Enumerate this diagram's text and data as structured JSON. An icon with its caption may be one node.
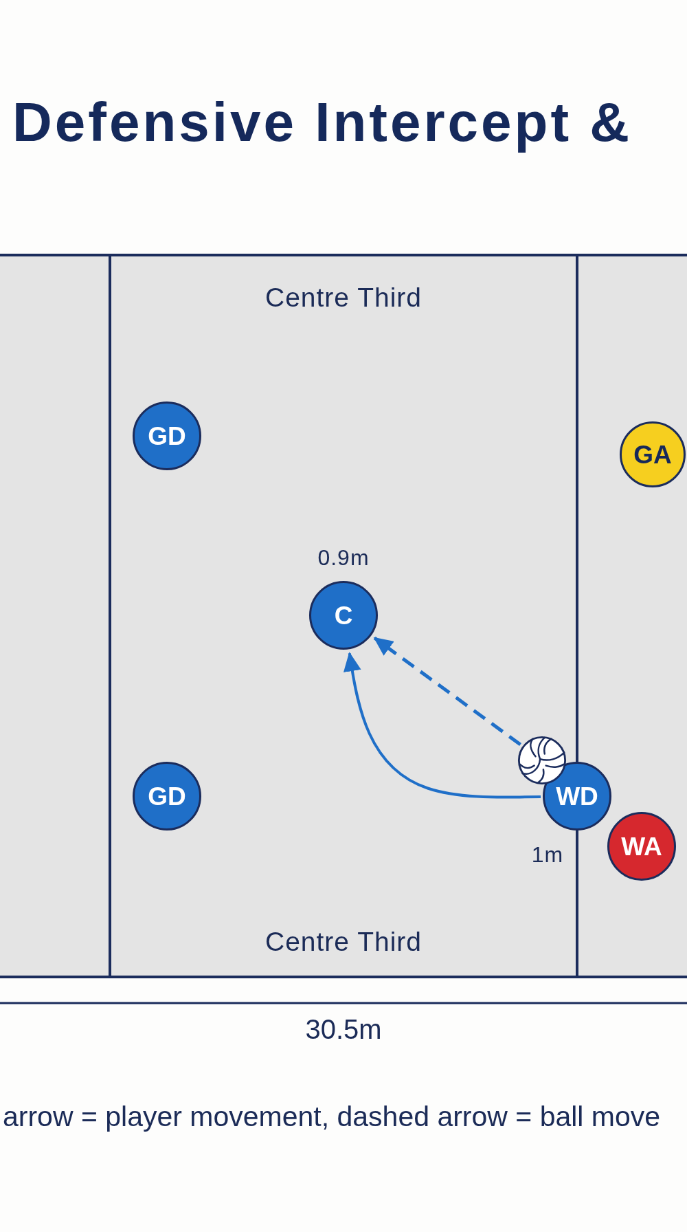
{
  "diagram": {
    "title": "Defensive Intercept &",
    "nodes": [
      {
        "text": [],
        "shape": "box"
      },
      {
        "text": [
          "Centre Third",
          "Centre Third"
        ]
      },
      {
        "text": [],
        "shape": "box"
      },
      {
        "text": [
          "GD"
        ],
        "in": 1
      },
      {
        "text": [
          "GA"
        ],
        "in": 2
      },
      {
        "text": [
          "C"
        ],
        "in": 1,
        "beside": [
          "0.9m"
        ]
      },
      {
        "text": [],
        "shape": "picture",
        "in": 1
      },
      {
        "text": [
          "GD"
        ],
        "in": 1
      },
      {
        "text": [
          "WD"
        ],
        "beside": [
          "1m"
        ]
      },
      {
        "text": [
          "WA"
        ],
        "in": 2
      }
    ],
    "edges": [
      {
        "from": 8,
        "to": 5,
        "arrow": "to"
      },
      {
        "from": 6,
        "to": 5,
        "arrow": "to",
        "style": "dashed"
      }
    ],
    "labels": [
      "30.5m"
    ],
    "caption": "arrow = player movement, dashed arrow = ball move"
  }
}
